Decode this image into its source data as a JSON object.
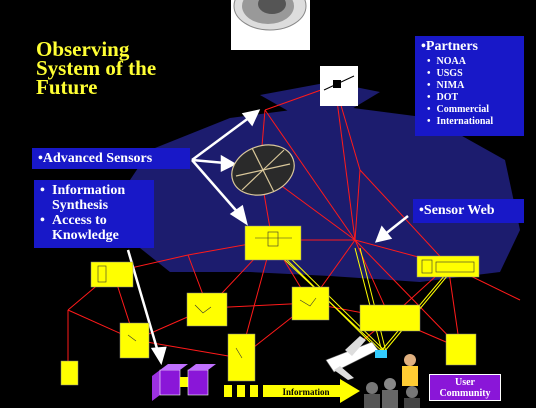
{
  "title": {
    "lines": [
      "Observing",
      "System of the",
      "Future"
    ]
  },
  "partners": {
    "header": "•Partners",
    "items": [
      "NOAA",
      "USGS",
      "NIMA",
      "DOT",
      "Commercial",
      "International"
    ]
  },
  "boxes": {
    "advanced_sensors": "•Advanced Sensors",
    "info_line1": "Information",
    "info_line2": "Synthesis",
    "access_line1": "Access to",
    "access_line2": "Knowledge",
    "bullet": "•",
    "sensor_web": "•Sensor Web"
  },
  "flow": {
    "information_label": "Information",
    "user_line1": "User",
    "user_line2": "Community"
  },
  "colors": {
    "background": "#000000",
    "title": "#ffff33",
    "box_blue": "#1818c8",
    "node_yellow": "#ffff00",
    "link_red": "#ff1a1a",
    "user_purple": "#8a16d8",
    "map_navy": "#1c1c6e"
  },
  "icons": [
    "satellite-icon",
    "dish-antenna-icon",
    "aircraft-icon",
    "database-icon",
    "person-icon"
  ]
}
